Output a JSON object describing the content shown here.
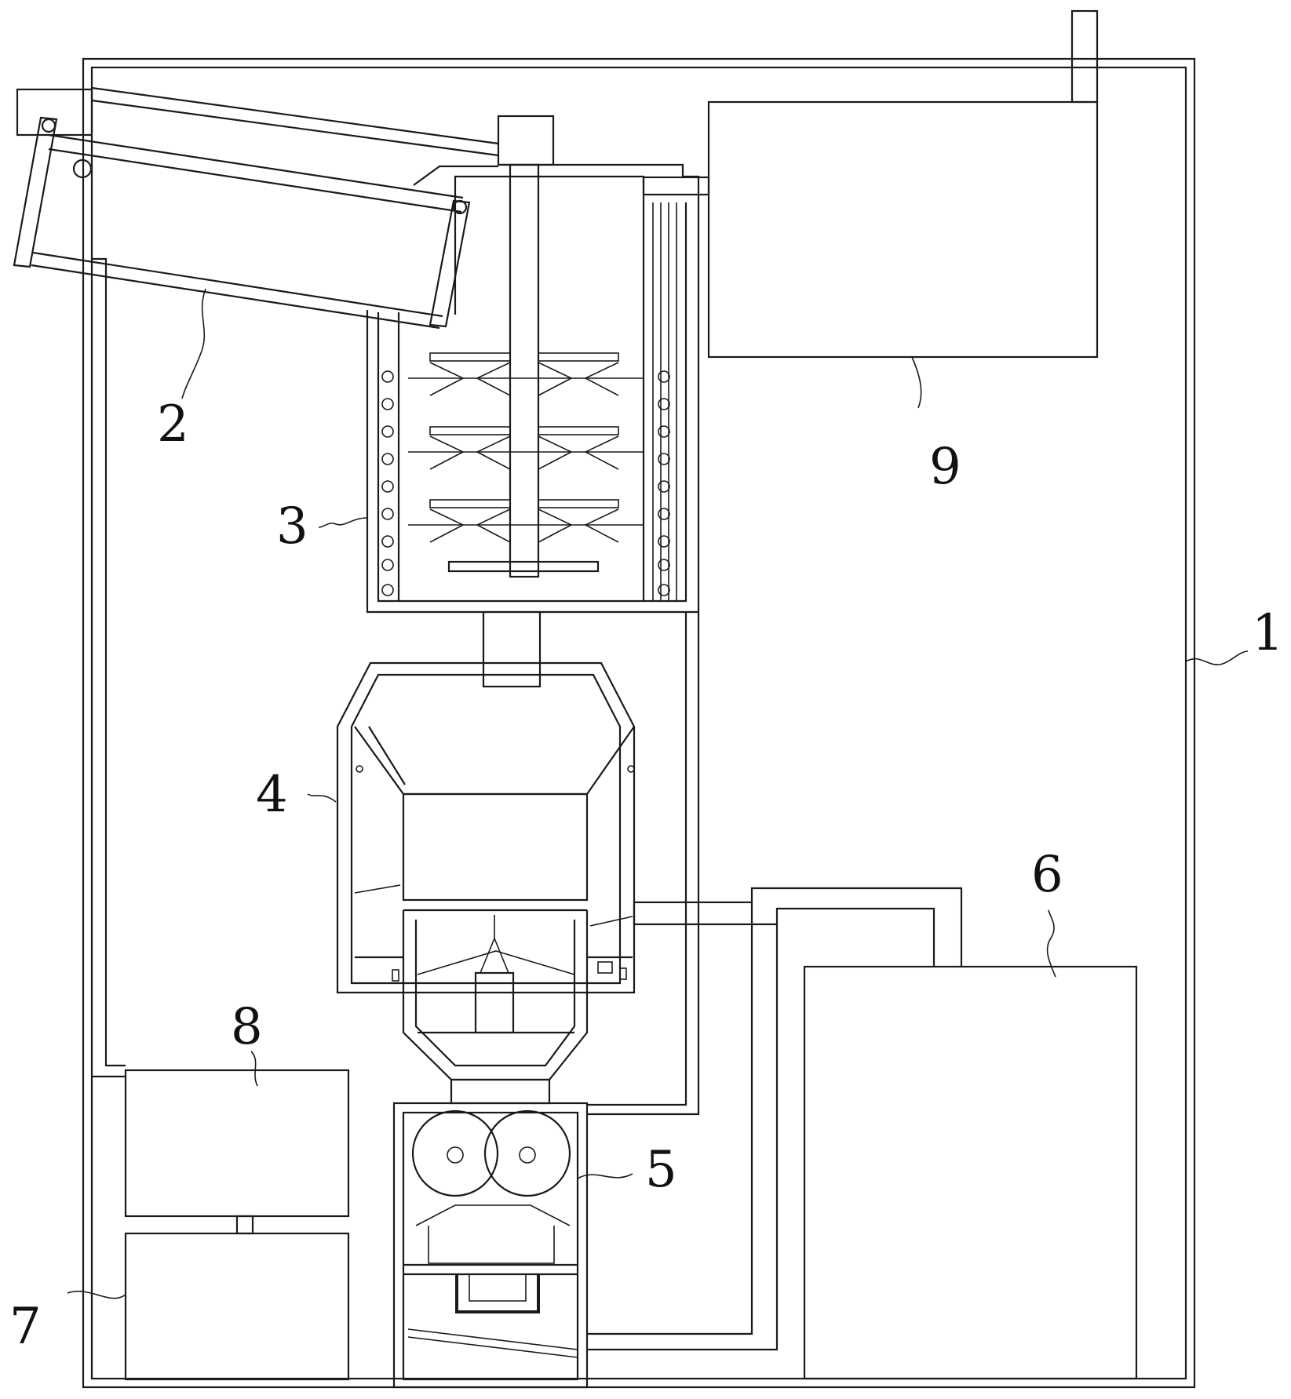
{
  "labels": {
    "housing": "1",
    "conveyor": "2",
    "mixer": "3",
    "separator": "4",
    "crusher": "5",
    "collection_tank": "6",
    "base_unit_lower": "7",
    "base_unit_upper": "8",
    "storage_tank": "9"
  }
}
